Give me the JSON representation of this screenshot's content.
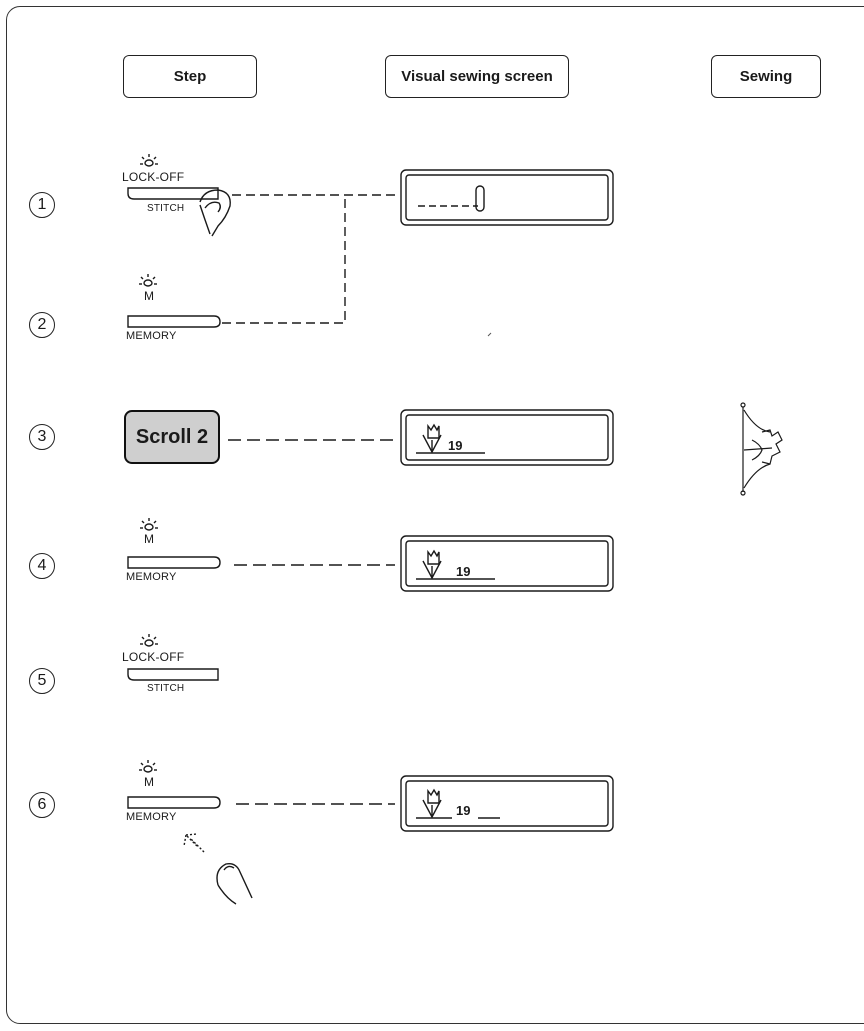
{
  "headers": {
    "step": "Step",
    "visual_screen": "Visual sewing screen",
    "sewing": "Sewing"
  },
  "step_numbers": [
    "1",
    "2",
    "3",
    "4",
    "5",
    "6"
  ],
  "buttons": {
    "lock_off": "LOCK-OFF",
    "stitch": "STITCH",
    "memory_m": "M",
    "memory": "MEMORY",
    "scroll_key": "Scroll 2"
  },
  "displays": {
    "step3_number": "19",
    "step4_number": "19",
    "step6_number": "19"
  },
  "icons": {
    "finger": "finger-press-icon",
    "led": "led-light-icon",
    "flower": "tulip-pattern-icon",
    "arrow": "dotted-arrow-icon"
  },
  "colors": {
    "line": "#1a1a1a",
    "key_fill": "#cfcfcf"
  }
}
